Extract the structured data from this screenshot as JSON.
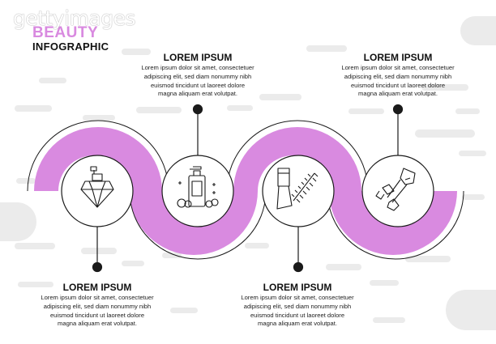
{
  "watermark": "gettyimages",
  "title": {
    "line1": "BEAUTY",
    "line2": "INFOGRAPHIC"
  },
  "steps": [
    {
      "heading": "LOREM IPSUM",
      "body_lines": [
        "Lorem ipsum dolor sit amet, consectetuer",
        "adipiscing elit, sed diam nonummy nibh",
        "euismod tincidunt ut laoreet dolore",
        "magna aliquam erat volutpat."
      ],
      "icon": "perfume-bottle-icon"
    },
    {
      "heading": "LOREM IPSUM",
      "body_lines": [
        "Lorem ipsum dolor sit amet, consectetuer",
        "adipiscing elit, sed diam nonummy nibh",
        "euismod tincidunt ut laoreet dolore",
        "magna aliquam erat volutpat."
      ],
      "icon": "soap-dispenser-icon"
    },
    {
      "heading": "LOREM IPSUM",
      "body_lines": [
        "Lorem ipsum dolor sit amet, consectetuer",
        "adipiscing elit, sed diam nonummy nibh",
        "euismod tincidunt ut laoreet dolore",
        "magna aliquam erat volutpat."
      ],
      "icon": "mascara-icon"
    },
    {
      "heading": "LOREM IPSUM",
      "body_lines": [
        "Lorem ipsum dolor sit amet, consectetuer",
        "adipiscing elit, sed diam nonummy nibh",
        "euismod tincidunt ut laoreet dolore",
        "magna aliquam erat volutpat."
      ],
      "icon": "eyelash-curler-icon"
    }
  ],
  "colors": {
    "accent": "#d98ae0",
    "line": "#1a1a1a",
    "bg_pill": "#ebebeb"
  }
}
